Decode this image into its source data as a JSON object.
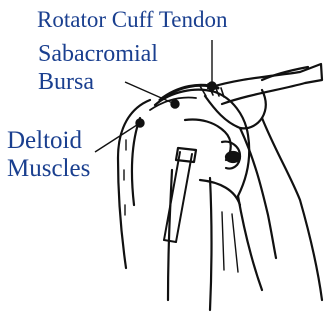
{
  "labels": {
    "rotator_cuff_tendon": "Rotator Cuff Tendon",
    "subacromial_bursa_line1": "Sabacromial",
    "subacromial_bursa_line2": "Bursa",
    "deltoid_line1": "Deltoid",
    "deltoid_line2": "Muscles"
  },
  "colors": {
    "label_text": "#1a3f8f",
    "line_art": "#111111",
    "background": "#ffffff"
  }
}
